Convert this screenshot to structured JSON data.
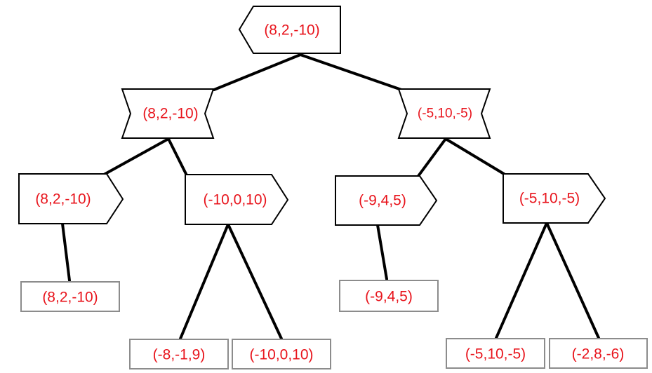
{
  "tree": {
    "label_color": "#e8141c",
    "root": {
      "label": "(8,2,-10)"
    },
    "level1": [
      {
        "label": "(8,2,-10)"
      },
      {
        "label": "(-5,10,-5)"
      }
    ],
    "level2": [
      {
        "label": "(8,2,-10)"
      },
      {
        "label": "(-10,0,10)"
      },
      {
        "label": "(-9,4,5)"
      },
      {
        "label": "(-5,10,-5)"
      }
    ],
    "leaves": [
      {
        "label": "(8,2,-10)"
      },
      {
        "label": "(-8,-1,9)"
      },
      {
        "label": "(-10,0,10)"
      },
      {
        "label": "(-9,4,5)"
      },
      {
        "label": "(-5,10,-5)"
      },
      {
        "label": "(-2,8,-6)"
      }
    ]
  }
}
